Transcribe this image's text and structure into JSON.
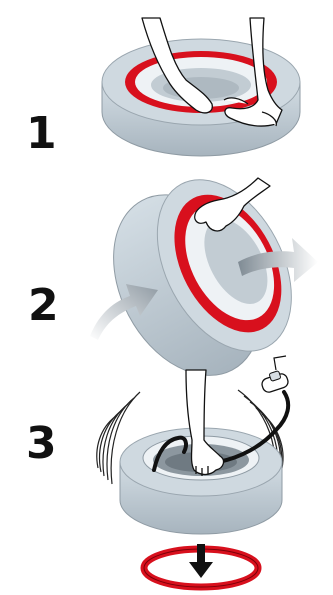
{
  "steps": [
    {
      "number": "1",
      "illustration": "hands-seating-tire-bead-icon"
    },
    {
      "number": "2",
      "illustration": "tire-rotation-icon"
    },
    {
      "number": "3",
      "illustration": "inflation-hose-tire-icon"
    }
  ],
  "colors": {
    "tire": "#c9d4dc",
    "tire_shadow": "#a9b6c0",
    "bead": "#d8101d",
    "arrow": "#8f9aa3",
    "outline": "#111111"
  }
}
